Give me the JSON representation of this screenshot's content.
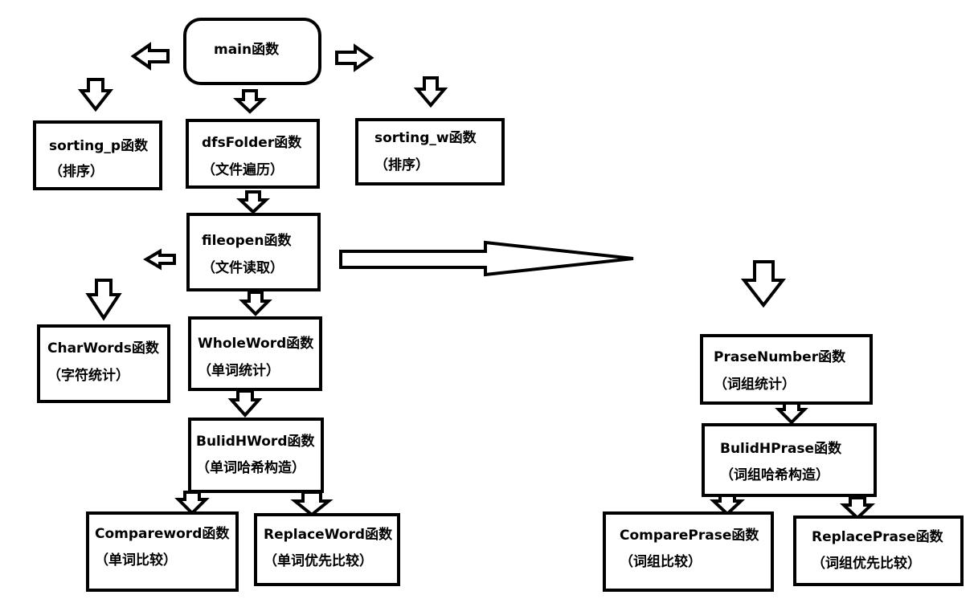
{
  "nodes": {
    "main": {
      "name": "main函数",
      "desc": ""
    },
    "sorting_p": {
      "name": "sorting_p函数",
      "desc": "（排序）"
    },
    "dfsfolder": {
      "name": "dfsFolder函数",
      "desc": "（文件遍历）"
    },
    "sorting_w": {
      "name": "sorting_w函数",
      "desc": "（排序）"
    },
    "fileopen": {
      "name": "fileopen函数",
      "desc": "（文件读取）"
    },
    "charwords": {
      "name": "CharWords函数",
      "desc": "（字符统计）"
    },
    "wholeword": {
      "name": "WholeWord函数",
      "desc": "（单词统计）"
    },
    "bulidhword": {
      "name": "BulidHWord函数",
      "desc": "（单词哈希构造）"
    },
    "compareword": {
      "name": "Compareword函数",
      "desc": "（单词比较）"
    },
    "replaceword": {
      "name": "ReplaceWord函数",
      "desc": "（单词优先比较）"
    },
    "prasenumber": {
      "name": "PraseNumber函数",
      "desc": "（词组统计）"
    },
    "bulidhprase": {
      "name": "BulidHPrase函数",
      "desc": "（词组哈希构造）"
    },
    "compareprase": {
      "name": "ComparePrase函数",
      "desc": "（词组比较）"
    },
    "replaceprase": {
      "name": "ReplacePrase函数",
      "desc": "（词组优先比较）"
    }
  },
  "colors": {
    "stroke": "#000000",
    "fill": "#ffffff"
  }
}
